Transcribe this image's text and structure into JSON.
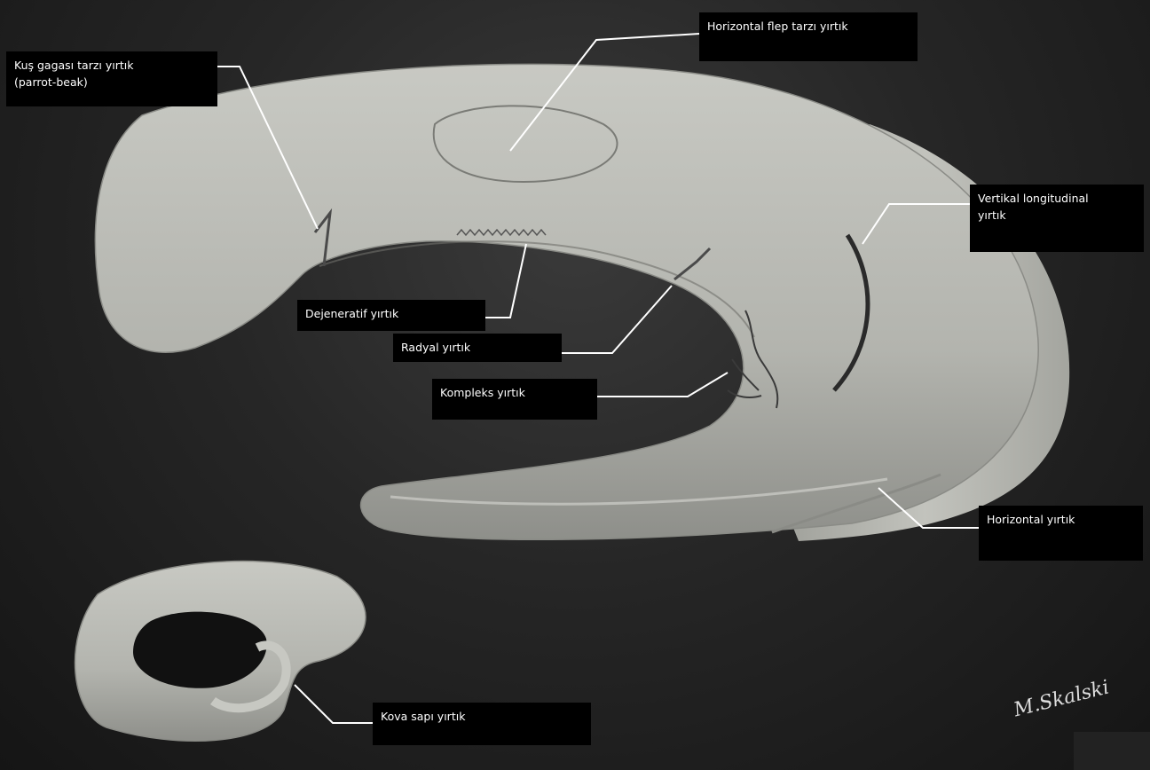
{
  "labels": {
    "parrot_beak": [
      "Kuş gagası tarzı yırtık",
      "(parrot-beak)"
    ],
    "horizontal_flap": "Horizontal flep tarzı yırtık",
    "vertical_longitudinal": [
      "Vertikal longitudinal",
      "yırtık"
    ],
    "degenerative": "Dejeneratif yırtık",
    "radial": "Radyal yırtık",
    "complex": "Kompleks yırtık",
    "horizontal": "Horizontal yırtık",
    "bucket_handle": "Kova sapı yırtık"
  },
  "signature": "M.Skalski",
  "colors": {
    "background": "#262626",
    "meniscus": "#b9bab4",
    "label_bg": "#000000",
    "label_text": "#ffffff",
    "leader_line": "#ffffff"
  }
}
